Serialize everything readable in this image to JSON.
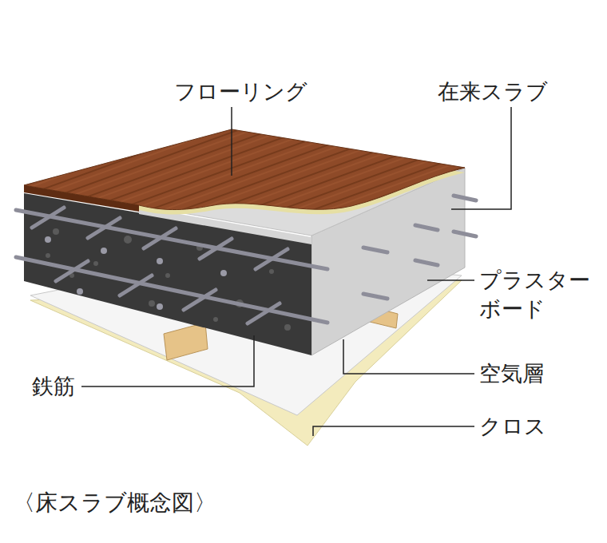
{
  "diagram": {
    "caption": "〈床スラブ概念図〉",
    "labels": [
      "フローリング",
      "在来スラブ",
      "プラスター ボード",
      "鉄筋",
      "空気層",
      "クロス"
    ]
  }
}
